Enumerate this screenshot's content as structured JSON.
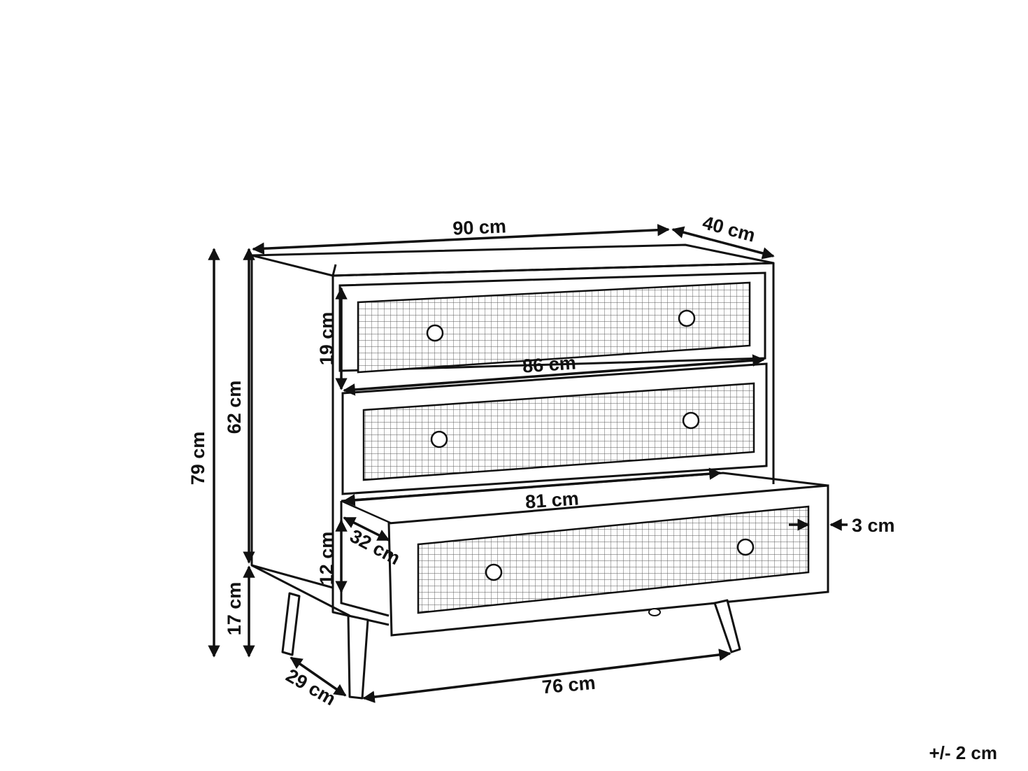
{
  "product": "chest of drawers",
  "colors": {
    "line": "#111111",
    "background": "#ffffff",
    "mesh": "#444444"
  },
  "dimensions": {
    "width": "90 cm",
    "depth": "40 cm",
    "total_height": "79 cm",
    "body_height": "62 cm",
    "leg_height": "17 cm",
    "drawer_height": "19 cm",
    "drawer_width": "86 cm",
    "drawer_inner_width": "81 cm",
    "drawer_inner_height": "12 cm",
    "drawer_inner_depth": "32 cm",
    "front_thickness": "3 cm",
    "leg_span_width": "76 cm",
    "leg_span_depth": "29 cm"
  },
  "tolerance": "+/- 2 cm"
}
